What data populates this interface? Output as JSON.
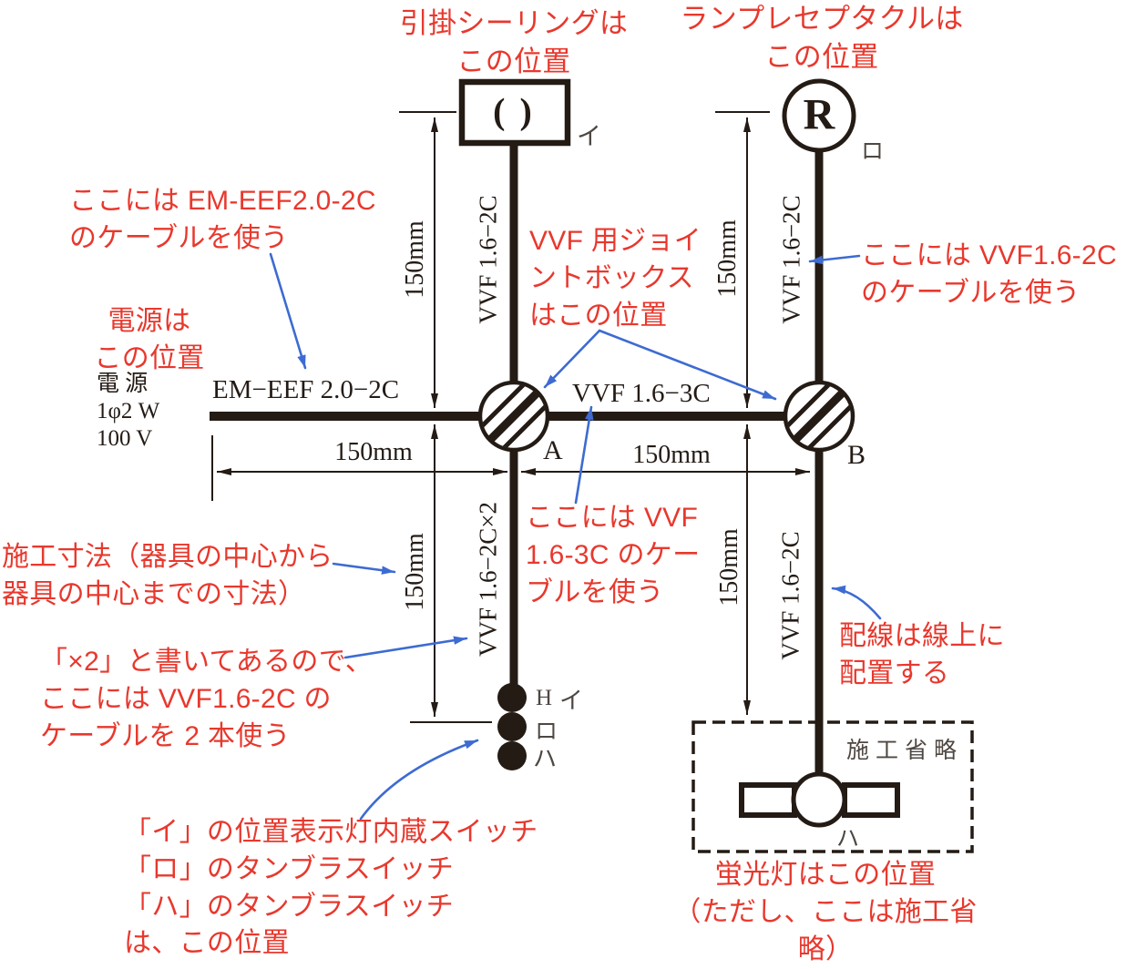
{
  "colors": {
    "annotation_red": "#e8382d",
    "arrow_blue": "#3d6bd2",
    "line_ink": "#241b15",
    "mark_gray": "#4e4742"
  },
  "callouts": {
    "ceiling": "引掛シーリングは\nこの位置",
    "receptacle": "ランプレセプタクルは\nこの位置",
    "em_eef": "ここには EM-EEF2.0-2C\nのケーブルを使う",
    "power": "電源は\nこの位置",
    "joint_box": "VVF 用ジョイ\nントボックス\nはこの位置",
    "vvf2c_right": "ここには VVF1.6-2C\nのケーブルを使う",
    "vvf3c_here": "ここには VVF\n1.6-3C のケー\nブルを使う",
    "dimension": "施工寸法（器具の中心から\n器具の中心までの寸法）",
    "x2": "「×2」と書いてあるので、\nここには VVF1.6-2C の\nケーブルを 2 本使う",
    "switches": "「イ」の位置表示灯内蔵スイッチ\n「ロ」のタンブラスイッチ\n「ハ」のタンブラスイッチ\nは、この位置",
    "wiring": "配線は線上に\n配置する",
    "fluorescent": "蛍光灯はこの位置\n（ただし、ここは施工省略）"
  },
  "labels": {
    "power_source": "電 源\n1φ2 W\n100 V",
    "em_cable": "EM−EEF 2.0−2C",
    "vvf3c": "VVF 1.6−3C",
    "vvf2c_tl": "VVF 1.6−2C",
    "vvf2c_tr": "VVF 1.6−2C",
    "vvf2c_x2": "VVF 1.6−2C×2",
    "vvf2c_br": "VVF 1.6−2C",
    "dims": [
      "150mm",
      "150mm",
      "150mm",
      "150mm",
      "150mm",
      "150mm"
    ],
    "box_a": "A",
    "box_b": "B",
    "ceiling_symbol": "( )",
    "ceiling_mark": "イ",
    "lamp_symbol": "R",
    "lamp_mark": "ロ",
    "switch_h": "H",
    "switch_mark_i": "イ",
    "switch_mark_ro": "ロ",
    "switch_mark_ha": "ハ",
    "omission": "施工省略",
    "fluorescent_mark": "ハ"
  }
}
